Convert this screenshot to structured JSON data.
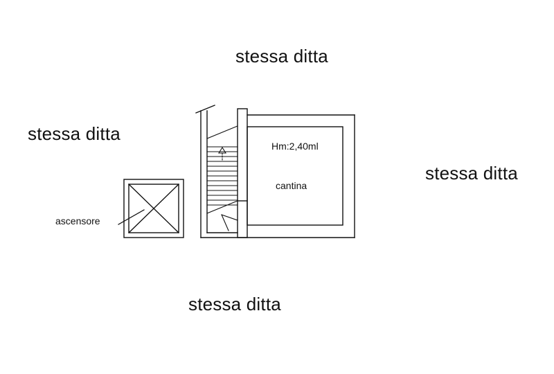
{
  "labels": {
    "neighbor_top": "stessa ditta",
    "neighbor_left": "stessa ditta",
    "neighbor_right": "stessa ditta",
    "neighbor_bottom": "stessa ditta",
    "ceiling_height": "Hm:2,40ml",
    "room_name": "cantina",
    "elevator": "ascensore"
  },
  "colors": {
    "ink": "#111111",
    "background": "#ffffff"
  }
}
